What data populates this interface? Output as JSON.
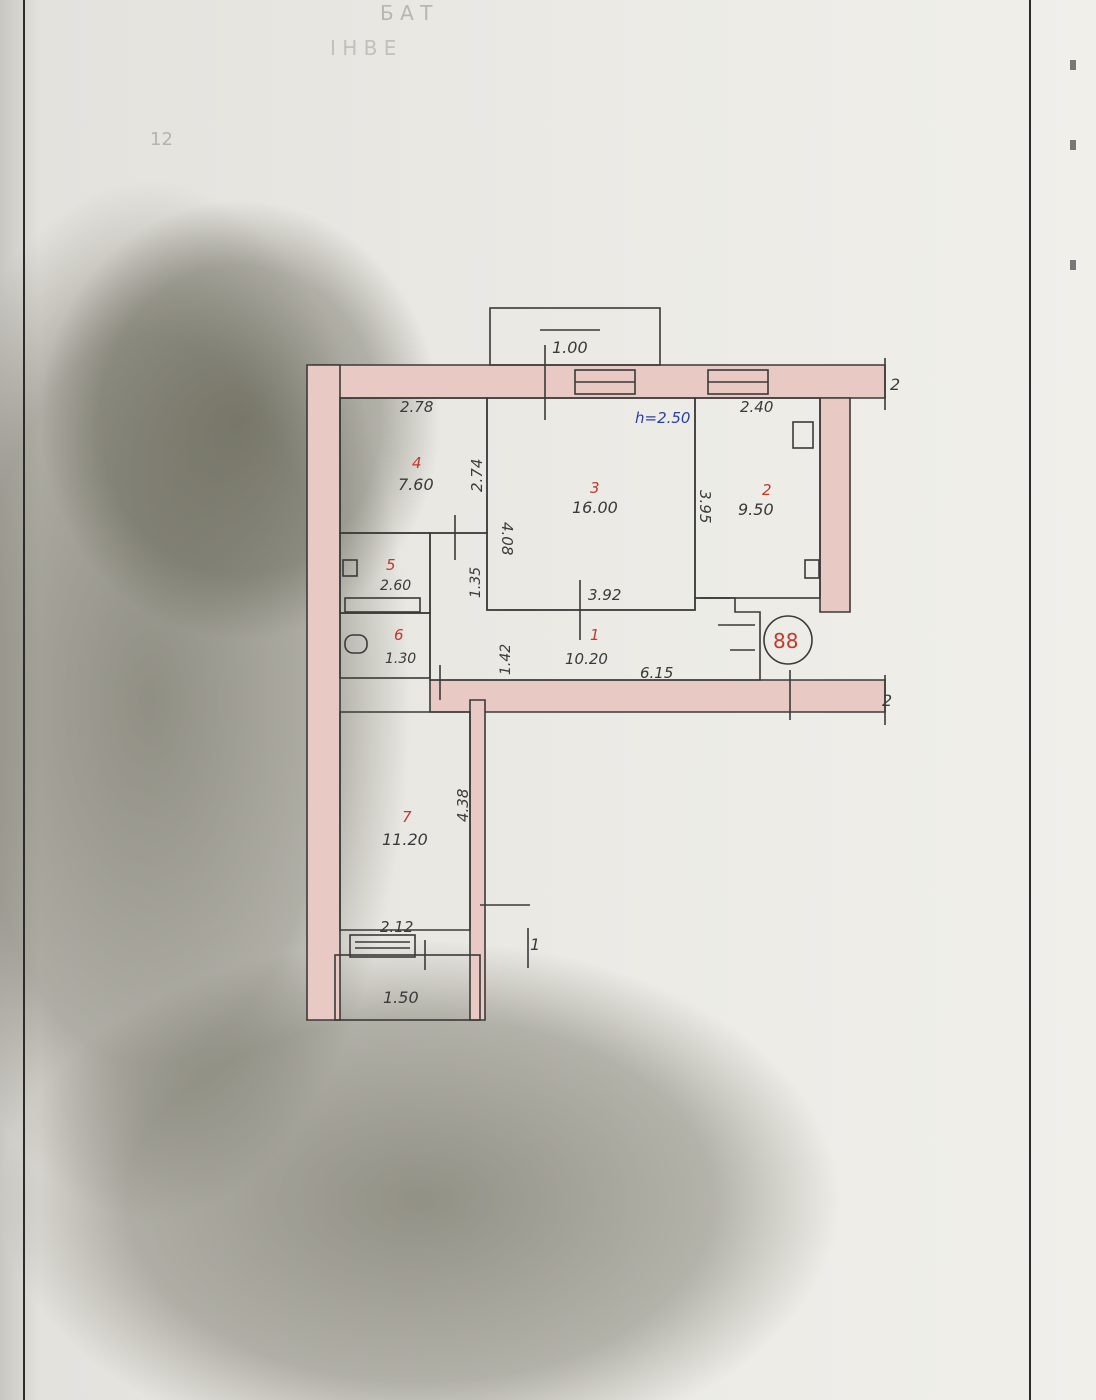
{
  "document": {
    "header_text": [
      "Б А Т",
      "І Н В Е"
    ],
    "page_number": "12"
  },
  "plan": {
    "balcony_top": {
      "dim": "1.00"
    },
    "balcony_bottom": {
      "dim": "1.50"
    },
    "scale_note": "h=2.50",
    "apartment_number": "88",
    "axis_labels": [
      "2",
      "2",
      "1"
    ],
    "rooms": [
      {
        "number": "1",
        "area": "10.20"
      },
      {
        "number": "2",
        "area": "9.50"
      },
      {
        "number": "3",
        "area": "16.00"
      },
      {
        "number": "4",
        "area": "7.60"
      },
      {
        "number": "5",
        "area": "2.60"
      },
      {
        "number": "6",
        "area": "1.30"
      },
      {
        "number": "7",
        "area": "11.20"
      }
    ],
    "dims": {
      "room4_width": "2.78",
      "room4_height": "2.74",
      "room3_height": "4.08",
      "room3_width": "3.92",
      "room2_width": "2.40",
      "room2_height": "3.95",
      "hall_h1": "1.35",
      "hall_h2": "1.42",
      "hall_length": "6.15",
      "room7_height": "4.38",
      "room7_width": "2.12"
    },
    "colors": {
      "wall_fill": "#e9c9c4",
      "line": "#3a3a3a",
      "area_red": "#c0392b",
      "note_blue": "#2b3fa0"
    }
  }
}
